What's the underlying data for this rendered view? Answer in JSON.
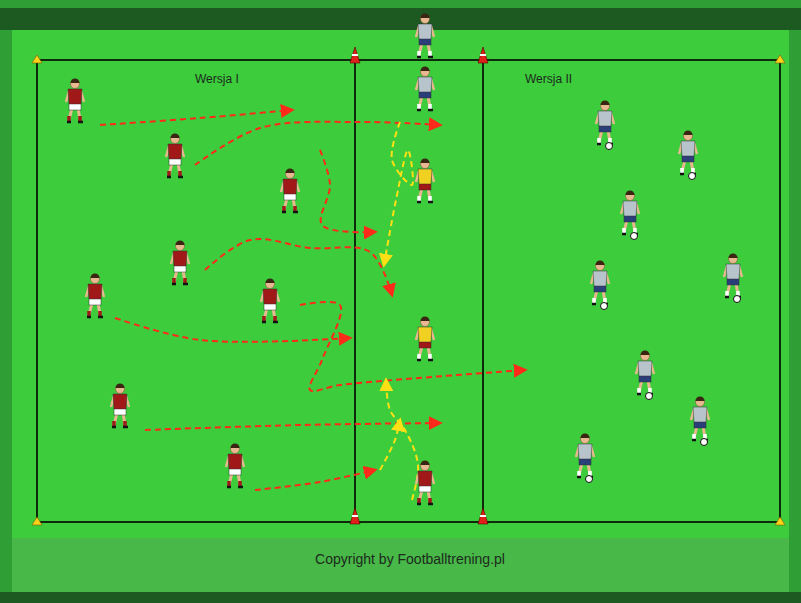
{
  "diagram": {
    "labels": [
      "Wersja I",
      "Wersja II",
      "Copyright by Footballtrening.pl"
    ]
  }
}
